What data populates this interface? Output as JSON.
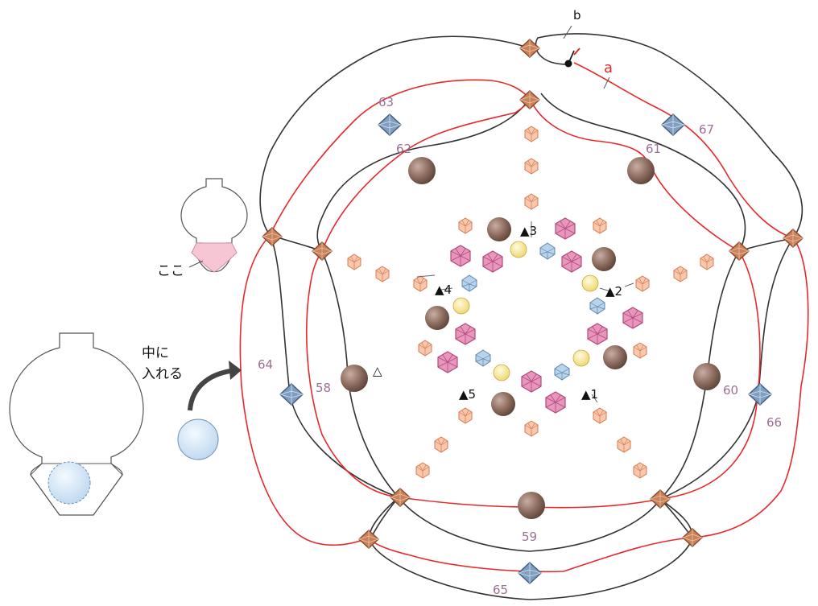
{
  "thread_labels": {
    "a": "a",
    "b": "b"
  },
  "thread_colors": {
    "a": "#e8282b",
    "b": "#333333"
  },
  "side_notes": {
    "here": "ここ",
    "insert_line1": "中に",
    "insert_line2": "入れる"
  },
  "bead_numbers": {
    "n58": "58",
    "n59": "59",
    "n60": "60",
    "n61": "61",
    "n62": "62",
    "n63": "63",
    "n64": "64",
    "n65": "65",
    "n66": "66",
    "n67": "67"
  },
  "markers": {
    "m1": "▲1",
    "m2": "▲2",
    "m3": "▲3",
    "m4": "▲4",
    "m5": "▲5",
    "open": "△"
  },
  "bead_colors": {
    "brown_pearl": "#8a6a5c",
    "yellow_pearl": "#f3e08a",
    "pink_crystal": "#d9739f",
    "blue_crystal": "#8fb0cf",
    "peach_crystal": "#eaa07a",
    "bronze_bicone": "#b5663e",
    "steel_bicone": "#5b7ea6",
    "ball_bead": "#d4e6f6"
  }
}
